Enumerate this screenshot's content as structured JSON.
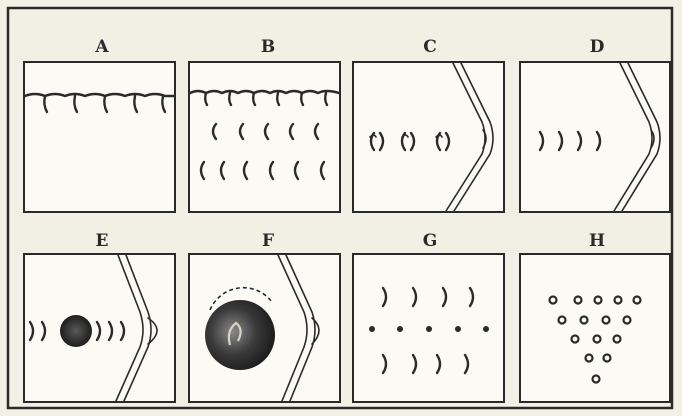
{
  "panels": [
    {
      "id": "A",
      "label": "A"
    },
    {
      "id": "B",
      "label": "B"
    },
    {
      "id": "C",
      "label": "C"
    },
    {
      "id": "D",
      "label": "D"
    },
    {
      "id": "E",
      "label": "E"
    },
    {
      "id": "F",
      "label": "F"
    },
    {
      "id": "G",
      "label": "G"
    },
    {
      "id": "H",
      "label": "H"
    }
  ],
  "colors": {
    "ink": "#2a2a2a",
    "paper": "#fbfaf5",
    "background": "#f2efe4"
  }
}
